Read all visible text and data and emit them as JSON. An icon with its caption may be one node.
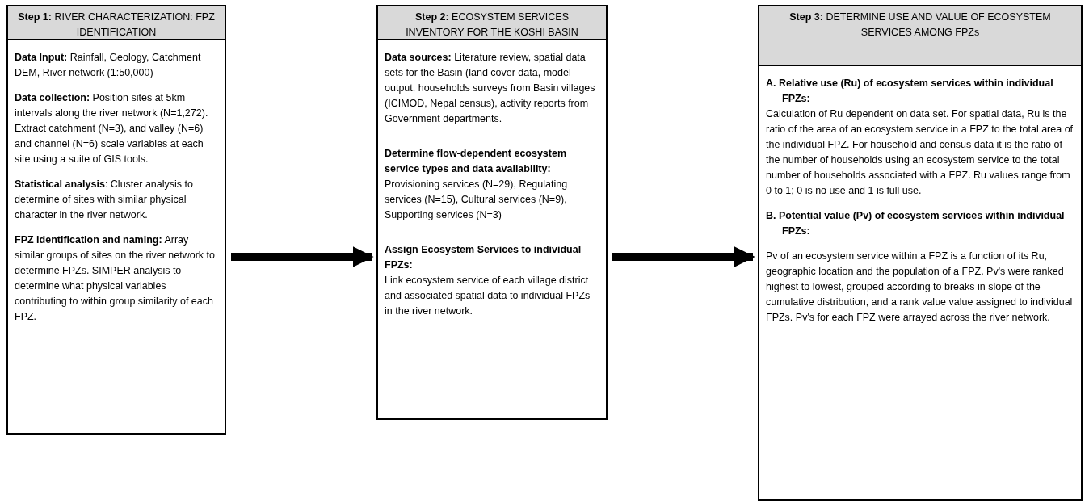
{
  "diagram": {
    "nodes": [
      {
        "text": [
          "**Step 1:** RIVER CHARACTERIZATION: FPZ IDENTIFICATION"
        ]
      },
      {
        "text": [
          "**Data Input:** Rainfall, Geology, Catchment DEM, River network (1:50,000)",
          "**Data collection:** Position sites at 5km intervals along the river network (N=1,272). Extract catchment (N=3), and valley (N=6) and channel (N=6) scale variables at each site using a suite of GIS tools.",
          "**Statistical analysis**: Cluster analysis to determine of sites with similar physical character in the river network.",
          "**FPZ identification and naming:** Array similar groups of sites on the river network to determine FPZs. SIMPER analysis to determine what physical variables contributing to within group similarity of each FPZ."
        ]
      },
      {
        "text": [
          "**Step 2:** ECOSYSTEM SERVICES INVENTORY FOR THE KOSHI BASIN RIVERINE LANDSCAPE"
        ]
      },
      {
        "text": [
          "**Data sources:** Literature review, spatial data sets for the Basin (land cover data, model output, households surveys from Basin villages (ICIMOD, Nepal census), activity reports from Government departments.",
          "Determine flow-dependent ecosystem service types and data availability:",
          "Provisioning services (N=29), Regulating services (N=15), Cultural services (N=9), Supporting services (N=3)",
          "Assign Ecosystem Services to individual FPZs:",
          "Link ecosystem service of each village district and associated spatial data to individual FPZs in the river network."
        ]
      },
      {
        "text": [
          "**Step 3:** DETERMINE USE AND VALUE OF ECOSYSTEM SERVICES AMONG FPZs"
        ]
      },
      {
        "text": [
          "A. Relative use (Ru) of ecosystem services within individual FPZs:",
          "Calculation of Ru dependent on data set. For spatial data, Ru is the ratio of the area of an ecosystem service in a FPZ to the total area of the individual FPZ. For household and census data it is the ratio of the number of households using an ecosystem service to the total number of households associated with a FPZ. Ru values range from 0 to 1; 0 is no use and 1 is full use.",
          "B. Potential value (Pv) of ecosystem services within individual FPZs:",
          "Pv of an ecosystem service within a FPZ is a function of its Ru, geographic location and the population of a FPZ. Pv's were ranked highest to lowest, grouped according to breaks in slope of the cumulative distribution, and a rank value value assigned to individual FPZs. Pv's for each FPZ were arrayed across the river network."
        ]
      }
    ],
    "edges": [
      {
        "from": 1,
        "to": 3,
        "arrow": "to"
      },
      {
        "from": 3,
        "to": 5,
        "arrow": "to"
      }
    ]
  }
}
